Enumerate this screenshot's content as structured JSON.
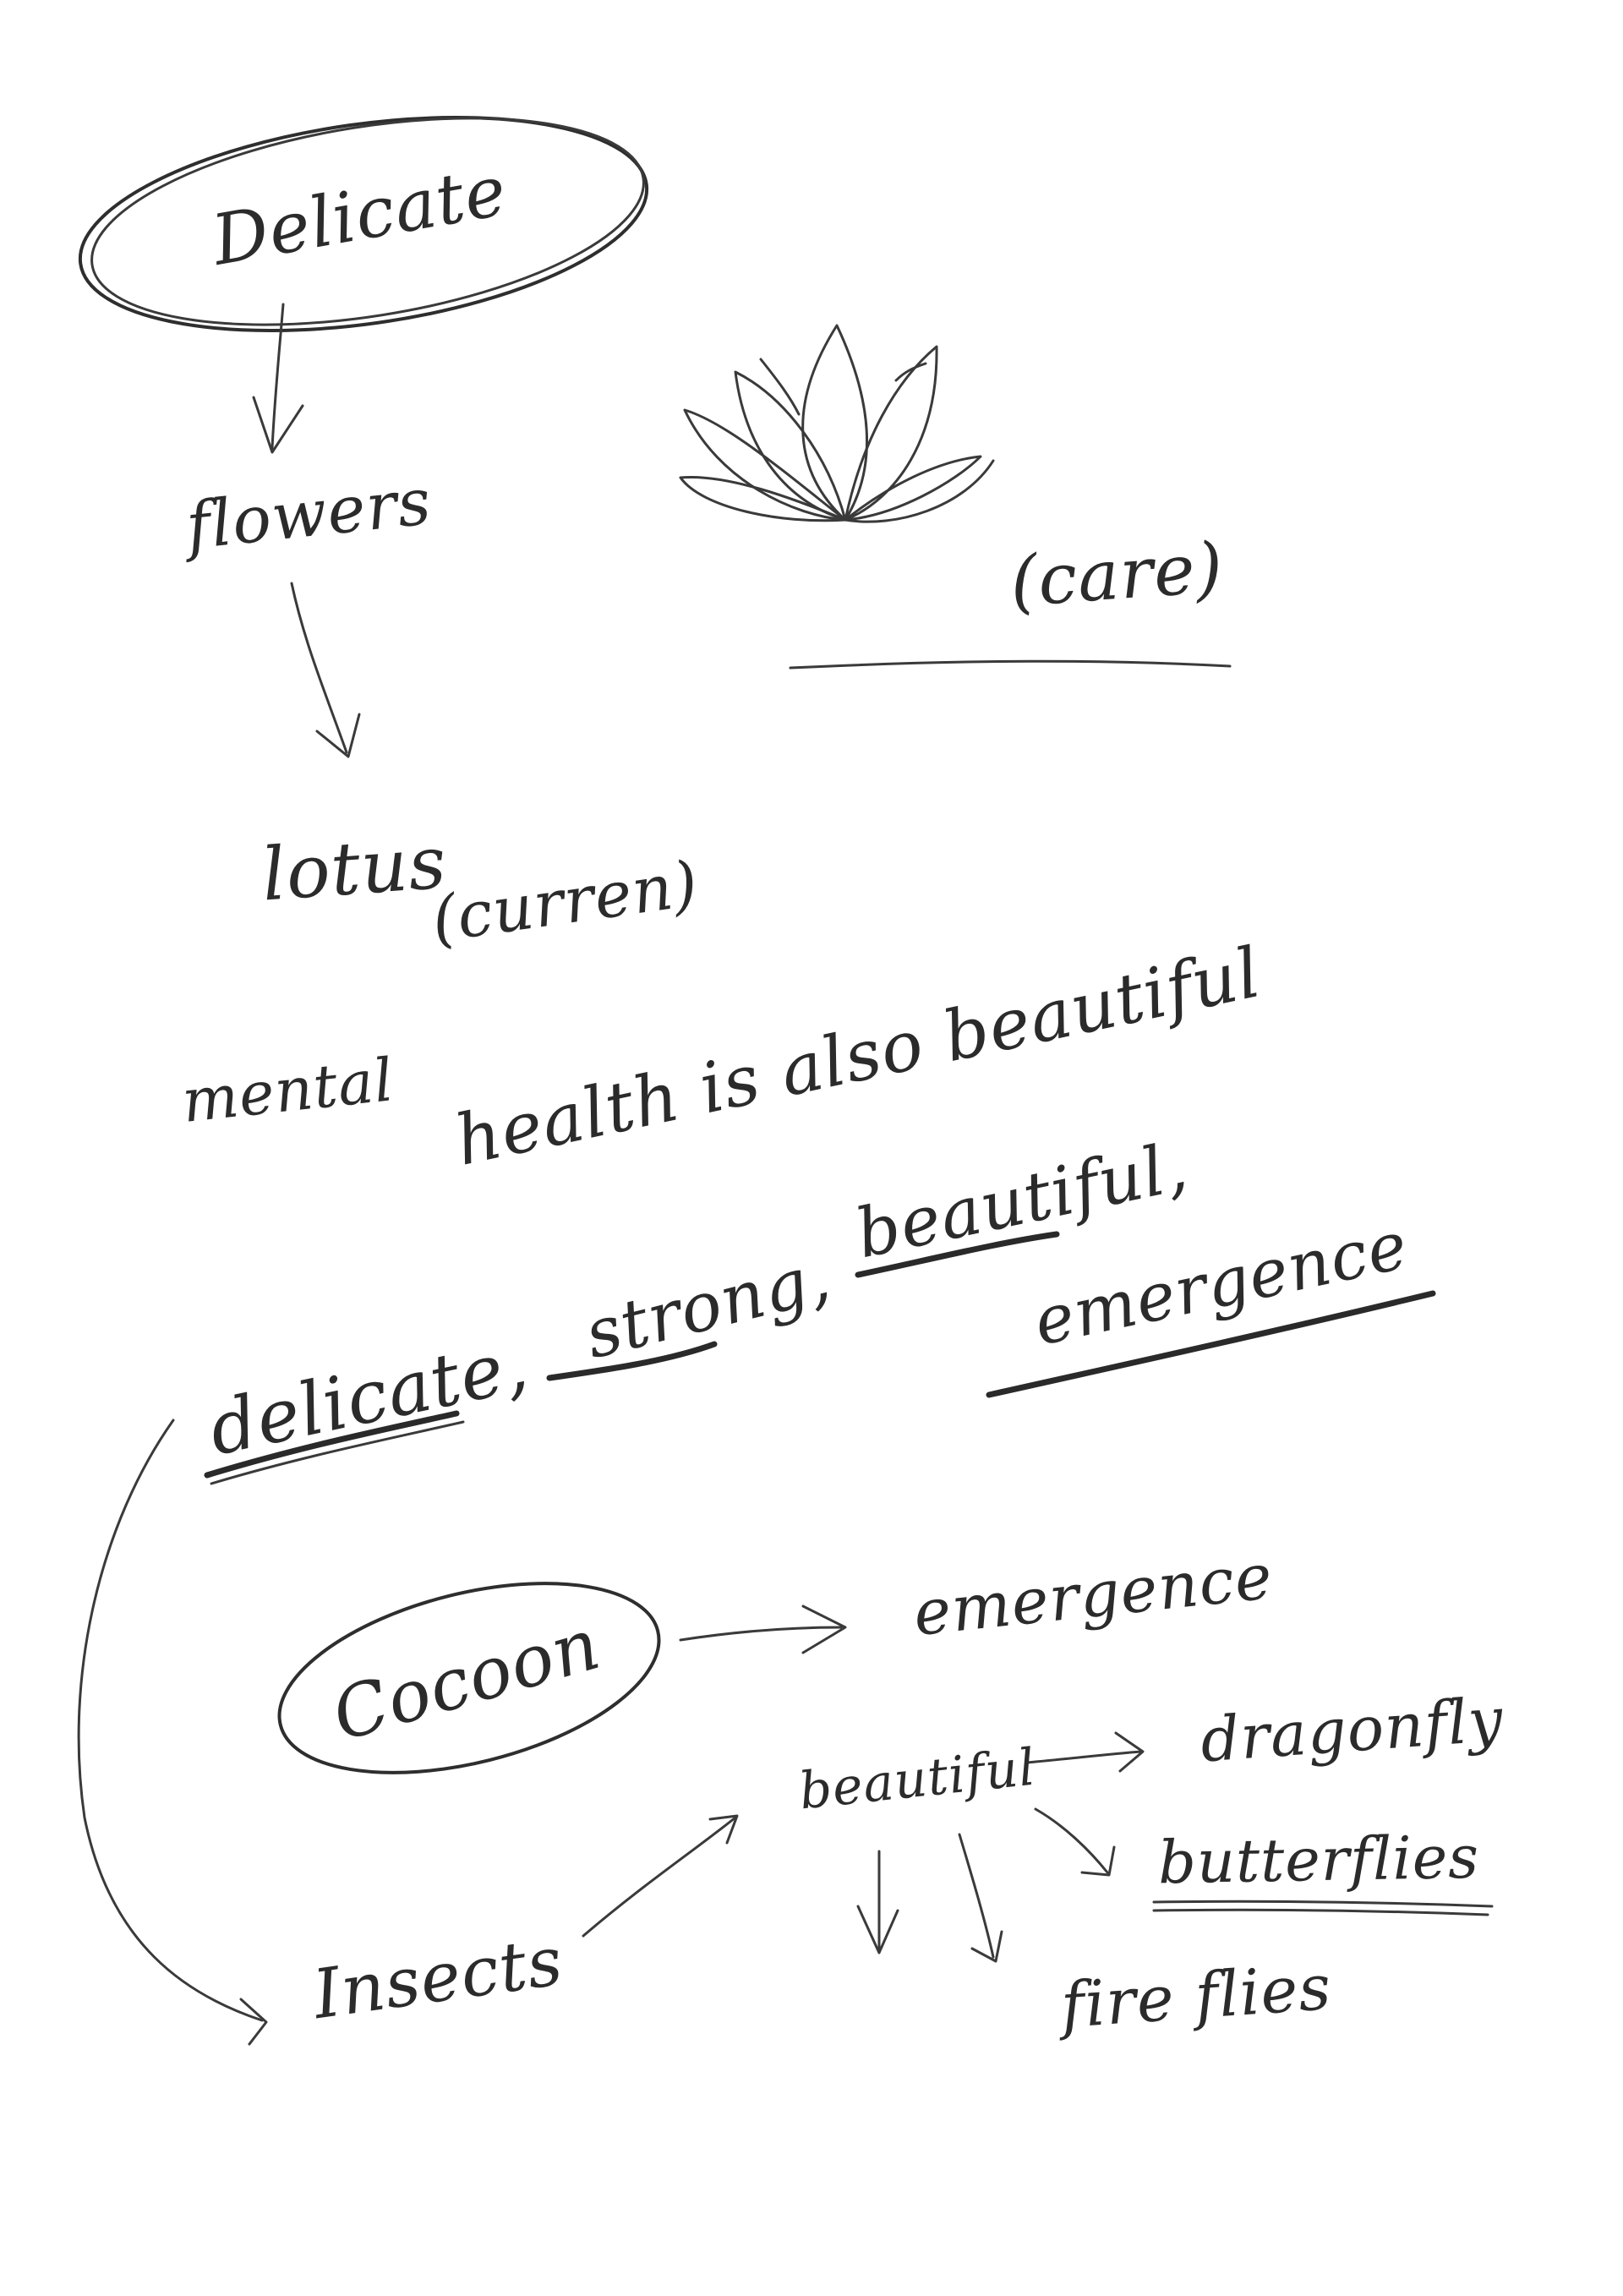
{
  "words": {
    "delicate_title": "Delicate",
    "flowers": "flowers",
    "lotus": "lotus",
    "lotus_note": "(curren)",
    "care": "(care)",
    "mental": "mental",
    "health_line": "health is also beautiful",
    "delicate": "delicate,",
    "strong": "strong,",
    "beautiful_1": "beautiful,",
    "emergence_1": "emergence",
    "cocoon": "Cocoon",
    "emergence_2": "emergence",
    "beautiful_2": "beautiful",
    "dragonfly": "dragonfly",
    "butterflies": "butterflies",
    "insects": "Insects",
    "fireflies": "fire flies"
  },
  "icons": {
    "lotus_drawing": "lotus-flower-icon"
  },
  "colors": {
    "ink": "#2b2b2b",
    "paper": "#ffffff"
  }
}
